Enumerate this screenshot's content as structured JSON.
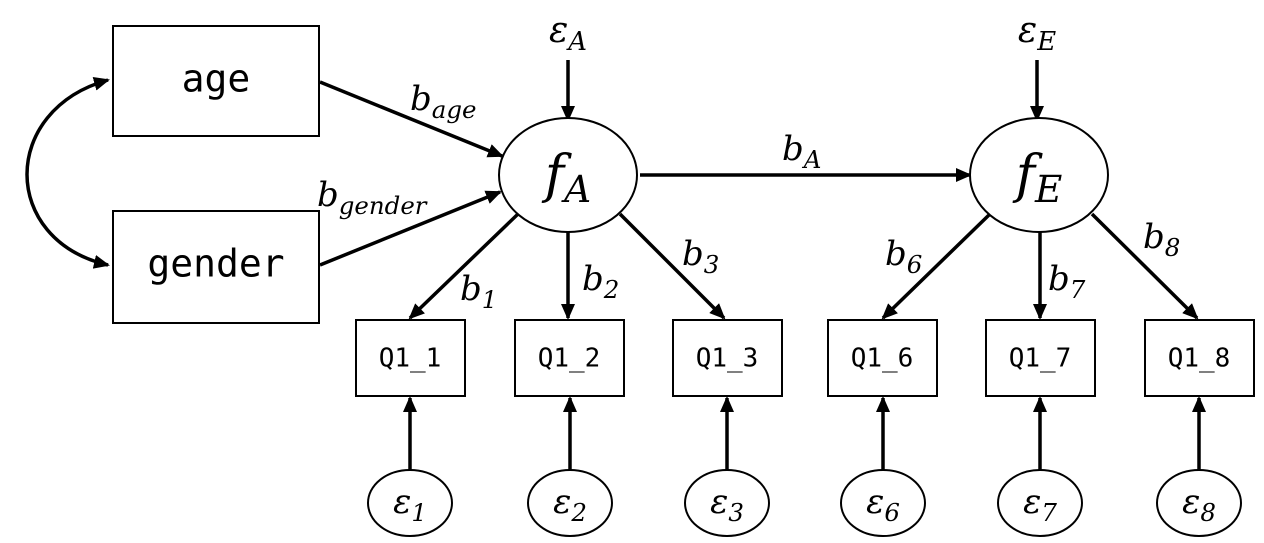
{
  "variables": {
    "age": "age",
    "gender": "gender"
  },
  "factors": {
    "fA": {
      "symbol": "f",
      "subscript": "A"
    },
    "fE": {
      "symbol": "f",
      "subscript": "E"
    }
  },
  "indicators": [
    "Q1_1",
    "Q1_2",
    "Q1_3",
    "Q1_6",
    "Q1_7",
    "Q1_8"
  ],
  "factor_errors": {
    "eA": {
      "symbol": "ε",
      "subscript": "A"
    },
    "eE": {
      "symbol": "ε",
      "subscript": "E"
    }
  },
  "item_errors": [
    {
      "symbol": "ε",
      "subscript": "1"
    },
    {
      "symbol": "ε",
      "subscript": "2"
    },
    {
      "symbol": "ε",
      "subscript": "3"
    },
    {
      "symbol": "ε",
      "subscript": "6"
    },
    {
      "symbol": "ε",
      "subscript": "7"
    },
    {
      "symbol": "ε",
      "subscript": "8"
    }
  ],
  "paths": {
    "b_age": {
      "symbol": "b",
      "subscript": "age"
    },
    "b_gender": {
      "symbol": "b",
      "subscript": "gender"
    },
    "b_A": {
      "symbol": "b",
      "subscript": "A"
    },
    "loadings": [
      {
        "symbol": "b",
        "subscript": "1"
      },
      {
        "symbol": "b",
        "subscript": "2"
      },
      {
        "symbol": "b",
        "subscript": "3"
      },
      {
        "symbol": "b",
        "subscript": "6"
      },
      {
        "symbol": "b",
        "subscript": "7"
      },
      {
        "symbol": "b",
        "subscript": "8"
      }
    ]
  }
}
